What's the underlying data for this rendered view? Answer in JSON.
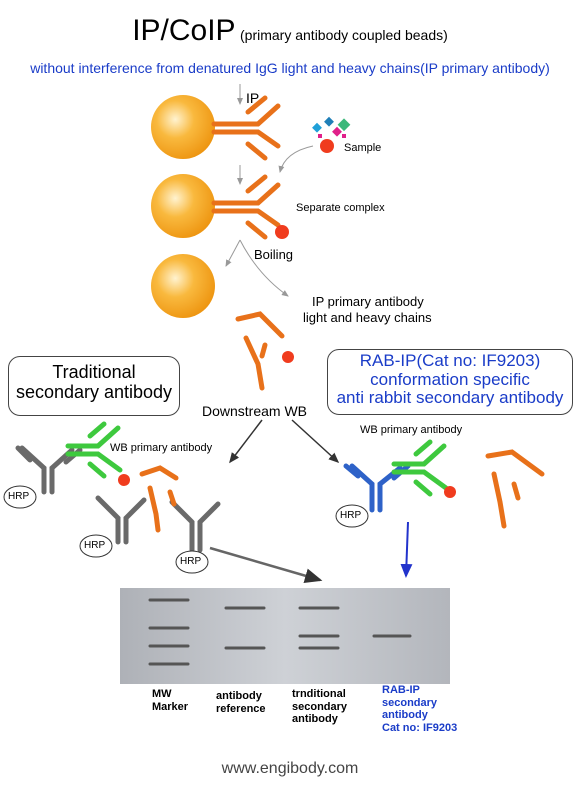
{
  "header": {
    "title_main": "IP/CoIP",
    "title_note": "(primary antibody coupled beads)",
    "subtitle": "without interference from denatured IgG light and heavy chains(IP primary antibody)"
  },
  "labels": {
    "ip": "IP",
    "sample": "Sample",
    "separate_complex": "Separate complex",
    "boiling": "Boiling",
    "ip_chains_line1": "IP primary antibody",
    "ip_chains_line2": "light and heavy chains",
    "downstream": "Downstream WB",
    "wb_primary_left": "WB primary antibody",
    "wb_primary_right": "WB primary antibody",
    "hrp": "HRP"
  },
  "boxes": {
    "traditional": {
      "line1": "Traditional",
      "line2": "secondary antibody"
    },
    "rab_ip": {
      "line1": "RAB-IP(Cat no: IF9203)",
      "line2": "conformation specific",
      "line3": "anti rabbit secondary antibody"
    }
  },
  "lanes": [
    {
      "line1": "MW",
      "line2": "Marker",
      "line3": "",
      "line4": ""
    },
    {
      "line1": "antibody",
      "line2": "reference",
      "line3": "",
      "line4": ""
    },
    {
      "line1": "trnditional",
      "line2": "secondary",
      "line3": "antibody",
      "line4": ""
    },
    {
      "line1": "RAB-IP",
      "line2": "secondary",
      "line3": "antibody",
      "line4": "Cat no: IF9203"
    }
  ],
  "footer": {
    "website": "www.engibody.com"
  },
  "colors": {
    "bead": "#f5a623",
    "antibody_orange": "#e8711a",
    "antigen_red": "#f03c1e",
    "wb_green": "#3ec93e",
    "rab_blue": "#2e62c8",
    "traditional_gray": "#666666",
    "text_blue": "#1a3cc8",
    "gel": "#c4c7cc",
    "band": "#555555"
  }
}
